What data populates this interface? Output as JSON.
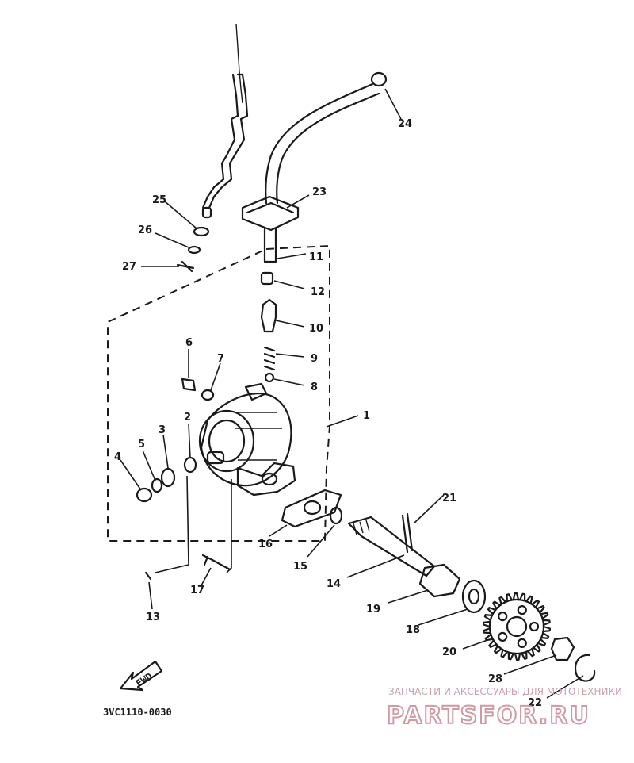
{
  "diagram": {
    "code": "3VC1110-0030",
    "fwd_label": "FWD",
    "callouts": [
      "1",
      "2",
      "3",
      "4",
      "5",
      "6",
      "7",
      "8",
      "9",
      "10",
      "11",
      "12",
      "13",
      "14",
      "15",
      "16",
      "17",
      "18",
      "19",
      "20",
      "21",
      "22",
      "23",
      "24",
      "25",
      "26",
      "27",
      "28"
    ]
  },
  "watermark": {
    "tagline": "ЗАПЧАСТИ И АКСЕССУАРЫ ДЛЯ МОТОТЕХНИКИ",
    "brand": "PARTSFOR.RU",
    "color": "#d09aa3"
  }
}
